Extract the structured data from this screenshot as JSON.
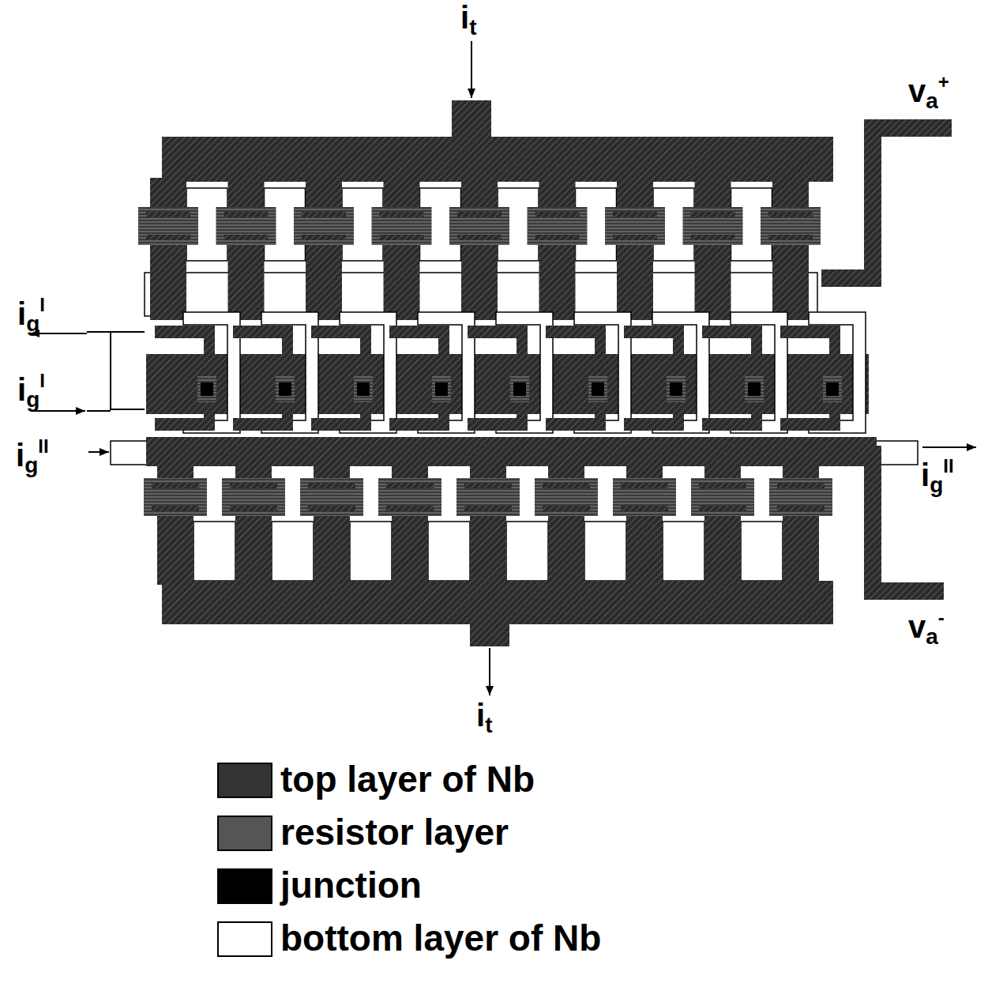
{
  "diagram": {
    "labels": [
      "it",
      "va+",
      "igI",
      "igI",
      "igII",
      "igII",
      "va-",
      "it"
    ],
    "legend": [
      {
        "text": "top layer of Nb",
        "color": "#333333"
      },
      {
        "text": "resistor layer",
        "color": "#555555"
      },
      {
        "text": "junction",
        "color": "#000000"
      },
      {
        "text": "bottom layer of Nb",
        "color": "#ffffff"
      }
    ]
  }
}
